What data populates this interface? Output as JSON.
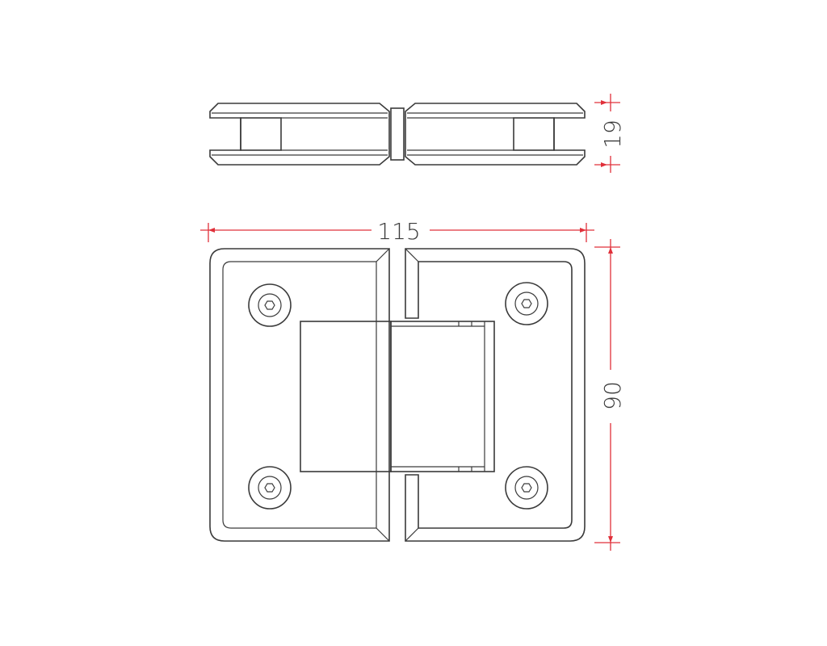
{
  "dimensions": {
    "width_label": "115",
    "height_label": "90",
    "thickness_label": "19"
  },
  "colors": {
    "outline": "#3a3a3a",
    "dimension_line": "#e0303a",
    "background": "#ffffff"
  }
}
